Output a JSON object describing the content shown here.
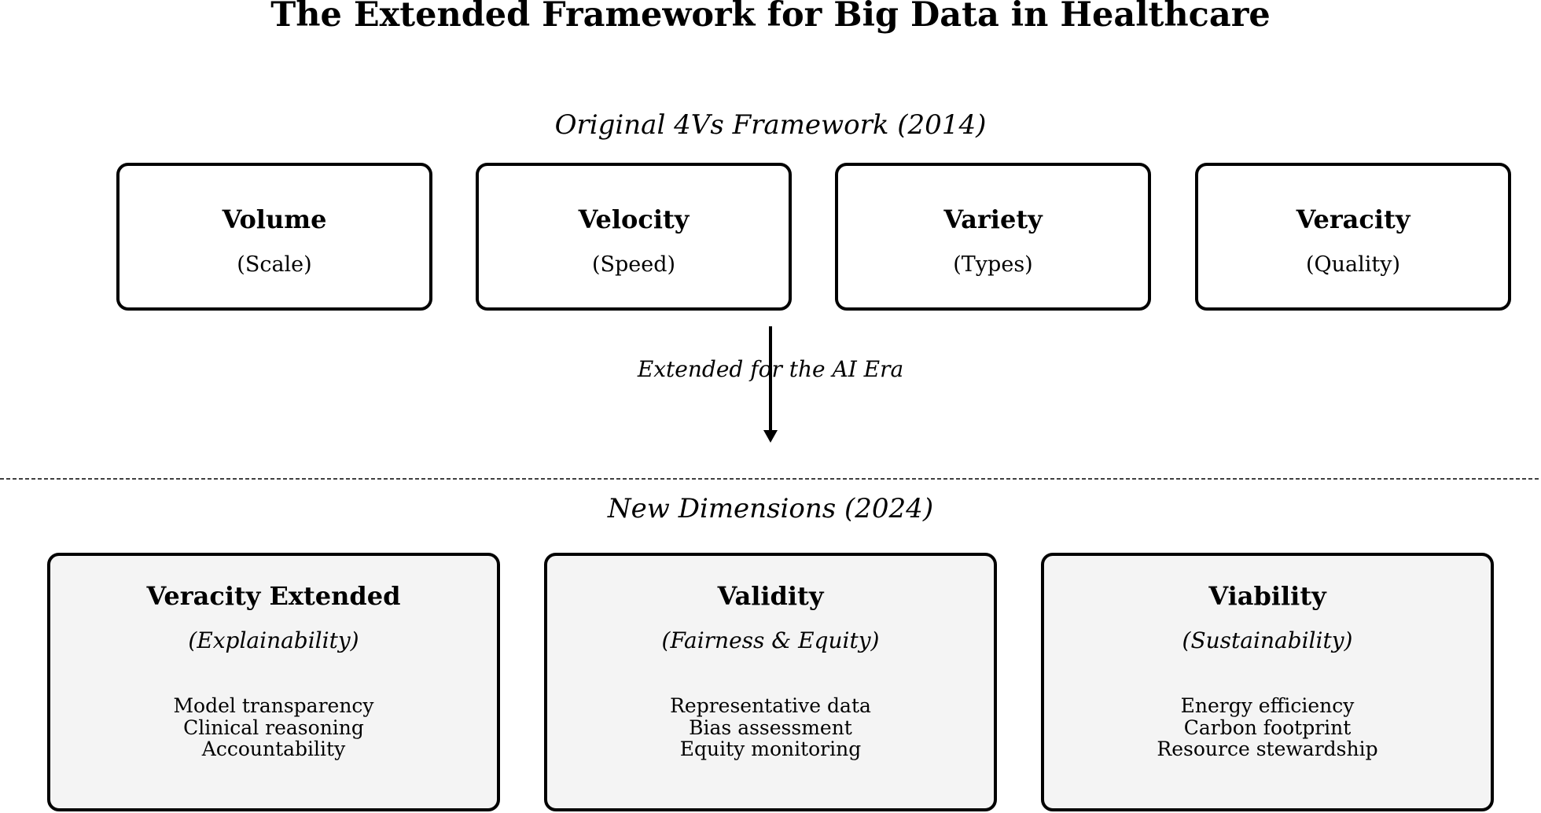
{
  "title": "The Extended Framework for Big Data in Healthcare",
  "original": {
    "heading": "Original 4Vs Framework (2014)",
    "boxes": [
      {
        "label": "Volume",
        "sub": "(Scale)"
      },
      {
        "label": "Velocity",
        "sub": "(Speed)"
      },
      {
        "label": "Variety",
        "sub": "(Types)"
      },
      {
        "label": "Veracity",
        "sub": "(Quality)"
      }
    ]
  },
  "transition": {
    "label": "Extended for the AI Era"
  },
  "new_dimensions": {
    "heading": "New Dimensions (2024)",
    "boxes": [
      {
        "label": "Veracity Extended",
        "sub": "(Explainability)",
        "points": [
          "Model transparency",
          "Clinical reasoning",
          "Accountability"
        ]
      },
      {
        "label": "Validity",
        "sub": "(Fairness & Equity)",
        "points": [
          "Representative data",
          "Bias assessment",
          "Equity monitoring"
        ]
      },
      {
        "label": "Viability",
        "sub": "(Sustainability)",
        "points": [
          "Energy efficiency",
          "Carbon footprint",
          "Resource stewardship"
        ]
      }
    ]
  },
  "colors": {
    "new_box_fill": "#f4f4f4",
    "stroke": "#000000"
  }
}
